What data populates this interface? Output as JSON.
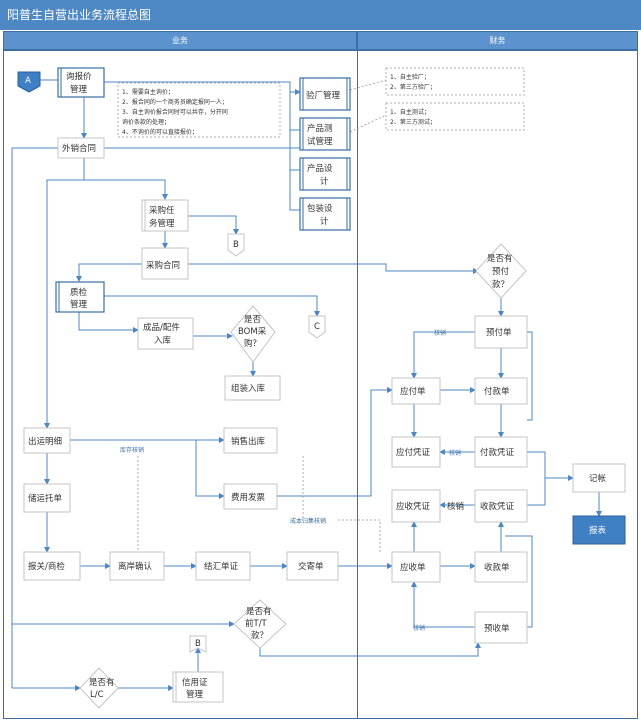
{
  "title": "阳普生自营出业务流程总图",
  "lanes": {
    "business": "业务",
    "finance": "财务"
  },
  "nodes": {
    "inquiry": [
      "询报价",
      "管理"
    ],
    "export_contract": "外销合同",
    "factory_mgmt": "验厂管理",
    "product_test": [
      "产品测",
      "试管理"
    ],
    "product_design": [
      "产品设",
      "计"
    ],
    "packaging_design": [
      "包装设",
      "计"
    ],
    "purchase_task": [
      "采购任",
      "务管理"
    ],
    "purchase_contract": "采购合同",
    "qc_mgmt": [
      "质检",
      "管理"
    ],
    "finished_in": [
      "成品/配件",
      "入库"
    ],
    "bom_check": [
      "是否",
      "BOM采",
      "购？"
    ],
    "assembly_in": "组装入库",
    "shipping_detail": "出运明细",
    "sales_out": "销售出库",
    "expense_invoice": "费用发票",
    "booking": "储运托单",
    "customs": "报关/商检",
    "port_confirm": "离岸确认",
    "settlement": "结汇单证",
    "doc_send": "交寄单",
    "prepay_check": [
      "是否有",
      "预付",
      "款？"
    ],
    "prepay_bill": "预付单",
    "payable": "应付单",
    "payment_bill": "付款单",
    "payable_voucher": "应付凭证",
    "payment_voucher": "付款凭证",
    "receivable_voucher": "应收凭证",
    "receipt_voucher": "收款凭证",
    "receivable": "应收单",
    "receipt_bill": "收款单",
    "prereceipt_bill": "预收单",
    "bookkeeping": "记帐",
    "report": "报表",
    "tt_check": [
      "是否有",
      "前T/T",
      "款？"
    ],
    "lc_check": [
      "是否有",
      "L/C"
    ],
    "lc_mgmt": [
      "信用证",
      "管理"
    ]
  },
  "connectors": {
    "a": "A",
    "b1": "B",
    "b2": "B",
    "c": "C"
  },
  "labels": {
    "inventory_check": "库存核销",
    "cost_check": "成本归集核销",
    "writeoff": "核销",
    "writeoff2": "核销",
    "writeoff3": "核销",
    "writeoff4": "核销"
  },
  "notes": {
    "inquiry_rules": [
      "1、需要自主询价；",
      "2、报合同的一个商务员确定报同一人；",
      "3、自主询价报合同时可以共存，分开同",
      "   询价条款的处理；",
      "4、不询价的可以直接报价；"
    ],
    "factory_rules": [
      "1、自主验厂；",
      "2、第三方验厂；"
    ],
    "test_rules": [
      "1、自主测试；",
      "2、第三方测试；"
    ]
  }
}
